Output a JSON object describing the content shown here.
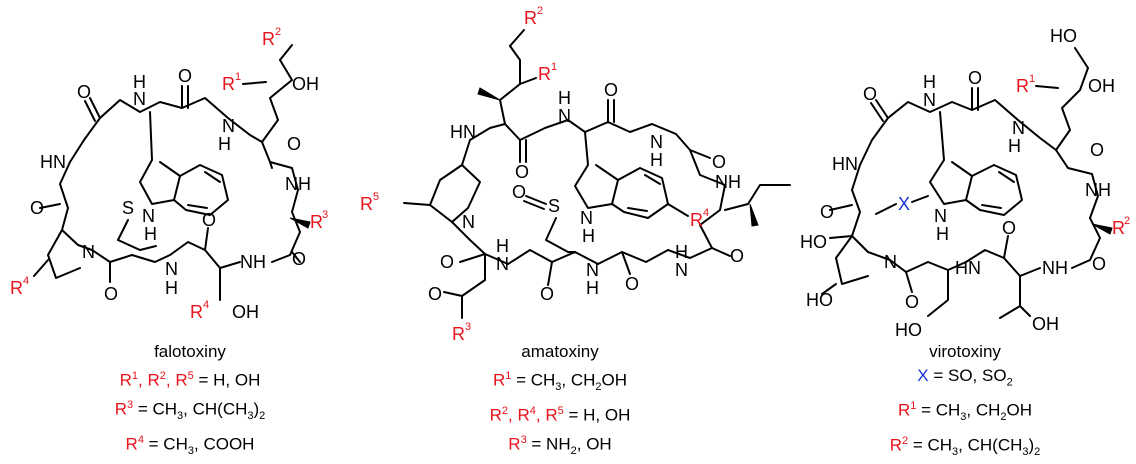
{
  "falotoxin": {
    "name": "falotoxiny",
    "labels": {
      "r1": "R",
      "r1s": "1",
      "oh_top": "OH",
      "r2": "R",
      "r2s": "2",
      "nh1": "N",
      "nh1h": "H",
      "nh2": "N",
      "nh2h": "H",
      "hn_left": "HN",
      "o1": "O",
      "o2": "O",
      "o3": "O",
      "o4": "O",
      "o5": "O",
      "o6": "O",
      "s": "S",
      "indole_n": "N",
      "indole_h": "H",
      "nh_right": "NH",
      "r3": "R",
      "r3s": "3",
      "n_pro": "N",
      "r4a": "R",
      "r4as": "4",
      "hn_bot": "N",
      "hn_both": "H",
      "nh_bot2": "NH",
      "r4b": "R",
      "r4bs": "4",
      "oh_bot": "OH"
    },
    "line1": {
      "r1": "R",
      "r1s": "1",
      "sep1": ", ",
      "r2": "R",
      "r2s": "2",
      "sep2": ", ",
      "r5": "R",
      "r5s": "5",
      "rest": " = H, OH"
    },
    "line2": {
      "r3": "R",
      "r3s": "3",
      "rest_a": " = CH",
      "sub1": "3",
      "rest_b": ", CH(CH",
      "sub2": "3",
      "rest_c": ")",
      "sub3": "2"
    },
    "line3": {
      "r4": "R",
      "r4s": "4",
      "rest_a": " = CH",
      "sub1": "3",
      "rest_b": ", COOH"
    }
  },
  "amatoxin": {
    "name": "amatoxiny",
    "labels": {
      "r2": "R",
      "r2s": "2",
      "r1": "R",
      "r1s": "1",
      "hn_left": "HN",
      "nh_top": "N",
      "nh_toph": "H",
      "o_top": "O",
      "o_mid": "O",
      "o_top2": "O",
      "nh_top2": "N",
      "nh_top2h": "H",
      "r5": "R",
      "r5s": "5",
      "n_pro": "N",
      "o_s": "O",
      "s": "S",
      "indole_n": "N",
      "indole_h": "H",
      "r4": "R",
      "r4s": "4",
      "nh_right": "NH",
      "o_right": "O",
      "o_left": "O",
      "hn_bot": "N",
      "hn_both": "H",
      "nh_bot2": "N",
      "nh_bot2h": "H",
      "nh_bot3": "N",
      "nh_bot3h": "H",
      "o_bot1": "O",
      "o_bot2": "O",
      "o_bot3": "O",
      "o_right2": "O",
      "o_r3": "O",
      "r3": "R",
      "r3s": "3"
    },
    "line1": {
      "r1": "R",
      "r1s": "1",
      "rest_a": " = CH",
      "sub1": "3",
      "rest_b": ", CH",
      "sub2": "2",
      "rest_c": "OH"
    },
    "line2": {
      "r2": "R",
      "r2s": "2",
      "sep1": ", ",
      "r4": "R",
      "r4s": "4",
      "sep2": ", ",
      "r5": "R",
      "r5s": "5",
      "rest": " = H, OH"
    },
    "line3": {
      "r3": "R",
      "r3s": "3",
      "rest_a": " = NH",
      "sub1": "2",
      "rest_b": ", OH"
    }
  },
  "virotoxin": {
    "name": "virotoxiny",
    "labels": {
      "ho_top": "HO",
      "r1": "R",
      "r1s": "1",
      "oh_top": "OH",
      "nh1": "N",
      "nh1h": "H",
      "nh2": "N",
      "nh2h": "H",
      "hn_left": "HN",
      "o1": "O",
      "o2": "O",
      "o3": "O",
      "o4": "O",
      "x": "X",
      "indole_n": "N",
      "indole_h": "H",
      "nh_right": "NH",
      "r2": "R",
      "r2s": "2",
      "ho_pro1": "HO",
      "ho_pro2": "HO",
      "n_pro": "N",
      "hn_bot": "HN",
      "nh_bot2": "NH",
      "o_bot1": "O",
      "o_bot2": "O",
      "o_bot3": "O",
      "ho_bot": "HO",
      "oh_bot": "OH"
    },
    "line1": {
      "x": "X",
      "rest_a": " = SO, SO",
      "sub1": "2"
    },
    "line2": {
      "r1": "R",
      "r1s": "1",
      "rest_a": " = CH",
      "sub1": "3",
      "rest_b": ", CH",
      "sub2": "2",
      "rest_c": "OH"
    },
    "line3": {
      "r2": "R",
      "r2s": "2",
      "rest_a": " = CH",
      "sub1": "3",
      "rest_b": ", CH(CH",
      "sub2": "3",
      "rest_c": ")",
      "sub3": "2"
    }
  },
  "colors": {
    "r_group": "#e8131b",
    "x_group": "#1a33d6",
    "bond": "#000000"
  }
}
